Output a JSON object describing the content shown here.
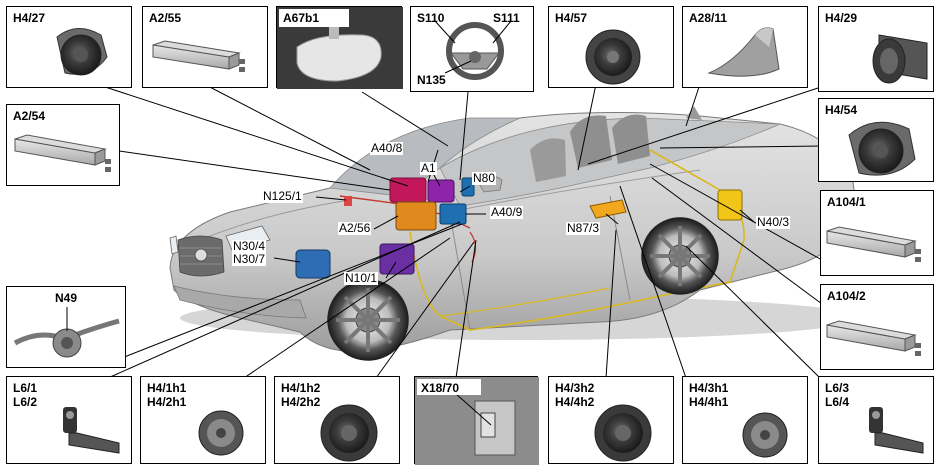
{
  "boxes": {
    "h4_27": "H4/27",
    "a2_55": "A2/55",
    "a67b1": "A67b1",
    "s110": "S110",
    "s111": "S111",
    "n135": "N135",
    "h4_57": "H4/57",
    "a28_11": "A28/11",
    "h4_29": "H4/29",
    "a2_54": "A2/54",
    "h4_54": "H4/54",
    "a104_1": "A104/1",
    "a104_2": "A104/2",
    "n49": "N49",
    "l6_1_l6_2": "L6/1\nL6/2",
    "h4_1h1_h4_2h1": "H4/1h1\nH4/2h1",
    "h4_1h2_h4_2h2": "H4/1h2\nH4/2h2",
    "x18_70": "X18/70",
    "h4_3h2_h4_4h2": "H4/3h2\nH4/4h2",
    "h4_3h1_h4_4h1": "H4/3h1\nH4/4h1",
    "l6_3_l6_4": "L6/3\nL6/4"
  },
  "callouts": {
    "a40_8": "A40/8",
    "a1": "A1",
    "n80": "N80",
    "n125_1": "N125/1",
    "a40_9": "A40/9",
    "a2_56": "A2/56",
    "n87_3": "N87/3",
    "n40_3": "N40/3",
    "n30_4_n30_7": "N30/4\nN30/7",
    "n10_1": "N10/1"
  }
}
